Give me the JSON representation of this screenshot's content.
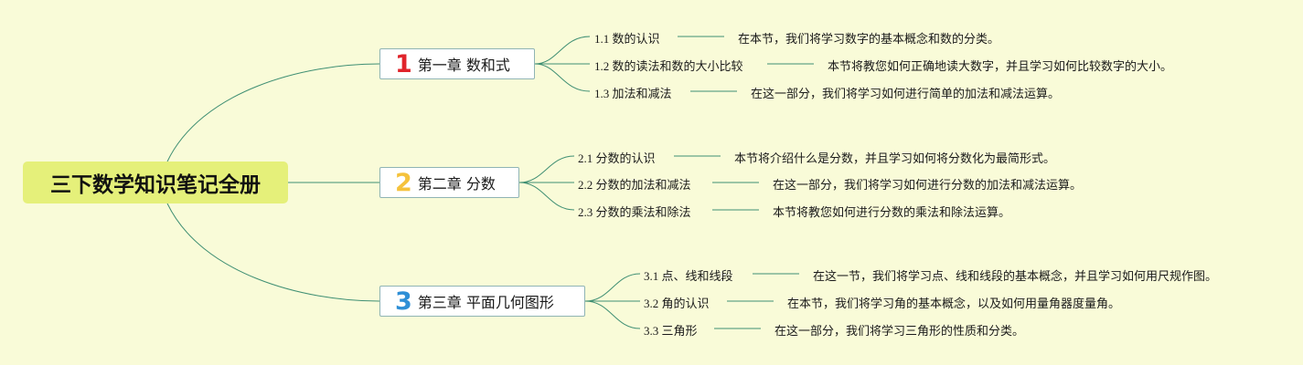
{
  "root": {
    "title": "三下数学知识笔记全册"
  },
  "colors": {
    "background": "#f9fbd8",
    "root_fill": "#e5f07a",
    "line": "#3f8f73",
    "chapter1_number": "#e0242b",
    "chapter2_number": "#f5c23c",
    "chapter3_number": "#2e8fd6"
  },
  "chapters": [
    {
      "number": "1",
      "title": "第一章 数和式",
      "sections": [
        {
          "label": "1.1 数的认识",
          "desc": "在本节，我们将学习数字的基本概念和数的分类。"
        },
        {
          "label": "1.2 数的读法和数的大小比较",
          "desc": "本节将教您如何正确地读大数字，并且学习如何比较数字的大小。"
        },
        {
          "label": "1.3 加法和减法",
          "desc": "在这一部分，我们将学习如何进行简单的加法和减法运算。"
        }
      ]
    },
    {
      "number": "2",
      "title": "第二章 分数",
      "sections": [
        {
          "label": "2.1 分数的认识",
          "desc": "本节将介绍什么是分数，并且学习如何将分数化为最简形式。"
        },
        {
          "label": "2.2 分数的加法和减法",
          "desc": "在这一部分，我们将学习如何进行分数的加法和减法运算。"
        },
        {
          "label": "2.3 分数的乘法和除法",
          "desc": "本节将教您如何进行分数的乘法和除法运算。"
        }
      ]
    },
    {
      "number": "3",
      "title": "第三章 平面几何图形",
      "sections": [
        {
          "label": "3.1 点、线和线段",
          "desc": "在这一节，我们将学习点、线和线段的基本概念，并且学习如何用尺规作图。"
        },
        {
          "label": "3.2 角的认识",
          "desc": "在本节，我们将学习角的基本概念，以及如何用量角器度量角。"
        },
        {
          "label": "3.3 三角形",
          "desc": "在这一部分，我们将学习三角形的性质和分类。"
        }
      ]
    }
  ]
}
